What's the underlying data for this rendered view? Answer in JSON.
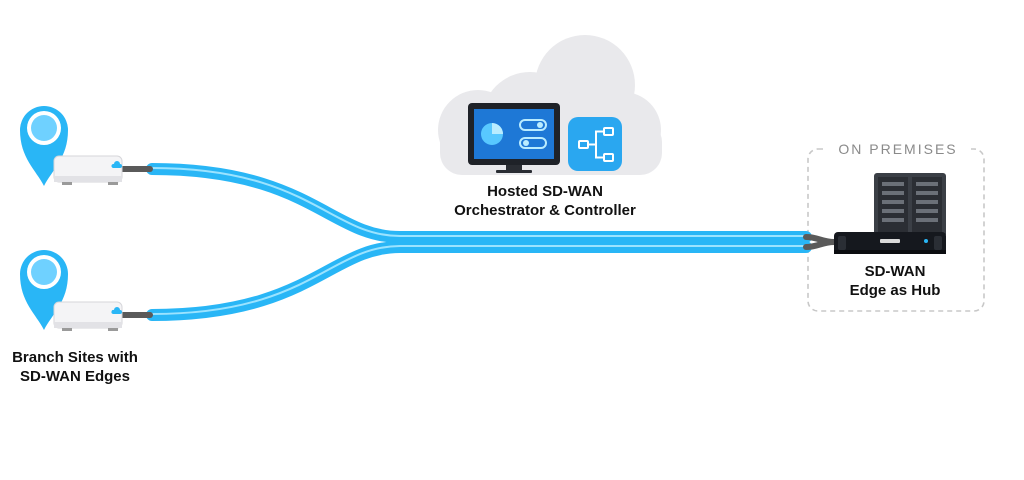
{
  "colors": {
    "tunnel": "#29b6f6",
    "tunnel_highlight": "#9be3ff",
    "pin": "#29b6f6",
    "pin_inner": "#6fd1ff",
    "cloud": "#e9e9ec",
    "monitor_frame": "#1f2228",
    "monitor_screen": "#1e78d6",
    "app_tile": "#2aa7f0",
    "server": "#3b3f46",
    "hub_appliance": "#15181e",
    "dashed_box": "#c8c8c8",
    "cable": "#5a5a5a"
  },
  "icons": {
    "location_pin": "map-pin-icon",
    "edge_device": "sd-wan-edge-appliance-icon",
    "cloud": "cloud-icon",
    "monitor": "dashboard-monitor-icon",
    "workflow": "workflow-tree-icon",
    "server_rack": "server-rack-icon",
    "hub_appliance": "rack-appliance-icon"
  },
  "labels": {
    "branch_line1": "Branch Sites with",
    "branch_line2": "SD-WAN Edges",
    "cloud_line1": "Hosted SD-WAN",
    "cloud_line2": "Orchestrator & Controller",
    "on_premises": "ON PREMISES",
    "hub_line1": "SD-WAN",
    "hub_line2": "Edge as Hub"
  }
}
